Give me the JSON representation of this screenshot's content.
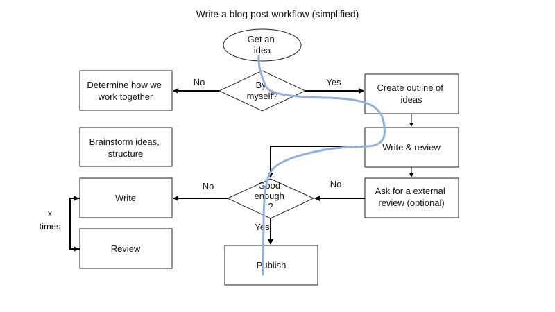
{
  "title": "Write a blog post workflow (simplified)",
  "nodes": {
    "start": [
      "Get an",
      "idea"
    ],
    "decision_myself": [
      "By",
      "myself?"
    ],
    "determine": [
      "Determine how we",
      "work together"
    ],
    "outline": [
      "Create outline of",
      "ideas"
    ],
    "brainstorm": [
      "Brainstorm ideas,",
      "structure"
    ],
    "write_review": [
      "Write & review"
    ],
    "decision_good": [
      "Good",
      "enough",
      "?"
    ],
    "write": [
      "Write"
    ],
    "review": [
      "Review"
    ],
    "external_review": [
      "Ask for a external",
      "review (optional)"
    ],
    "publish": [
      "Publish"
    ]
  },
  "edge_labels": {
    "no_left": "No",
    "yes_right": "Yes",
    "no_good_left": "No",
    "no_external": "No",
    "yes_down": "Yes",
    "loop_x": "x",
    "loop_times": "times"
  },
  "colors": {
    "line": "#000000",
    "overlay": "#8fb0e0"
  }
}
